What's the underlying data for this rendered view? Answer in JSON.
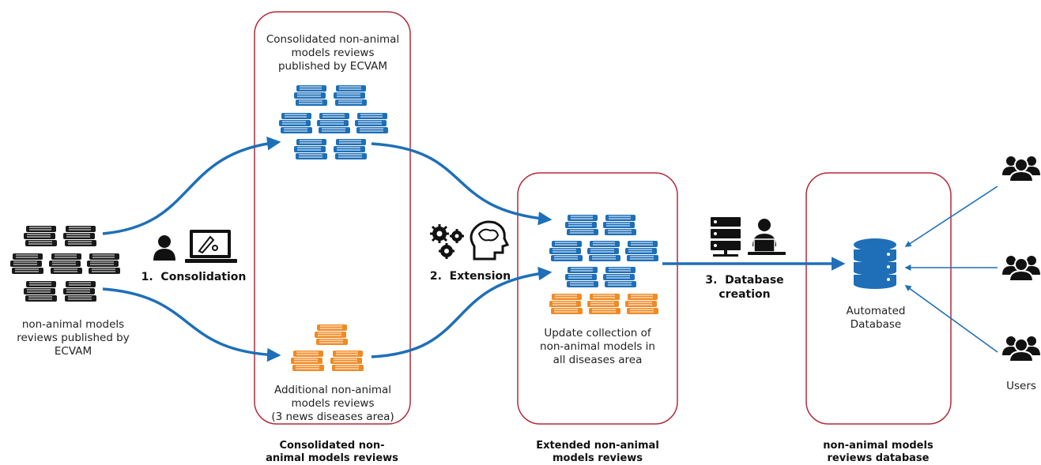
{
  "source": {
    "caption": "non-animal models reviews published by ECVAM"
  },
  "steps": [
    {
      "number": "1.",
      "label": "Consolidation"
    },
    {
      "number": "2.",
      "label": "Extension"
    },
    {
      "number": "3.",
      "label": "Database creation"
    }
  ],
  "boxes": {
    "consolidated": {
      "top_caption": "Consolidated non-animal models reviews published by ECVAM",
      "bottom_caption_1": "Additional non-animal models reviews",
      "bottom_caption_2": "(3 news diseases area)",
      "stage_label": "Consolidated non-animal models reviews"
    },
    "extended": {
      "caption": "Update collection of non-animal models in all diseases area",
      "stage_label": "Extended non-animal models reviews"
    },
    "database": {
      "caption": "Automated Database",
      "stage_label": "non-animal models reviews database"
    }
  },
  "users": {
    "label": "Users"
  },
  "colors": {
    "box_border": "#b32a3a",
    "arrow": "#1e6fb8",
    "book_black": "#1a1a1a",
    "book_blue": "#1e6fb8",
    "book_orange": "#f08a24"
  }
}
